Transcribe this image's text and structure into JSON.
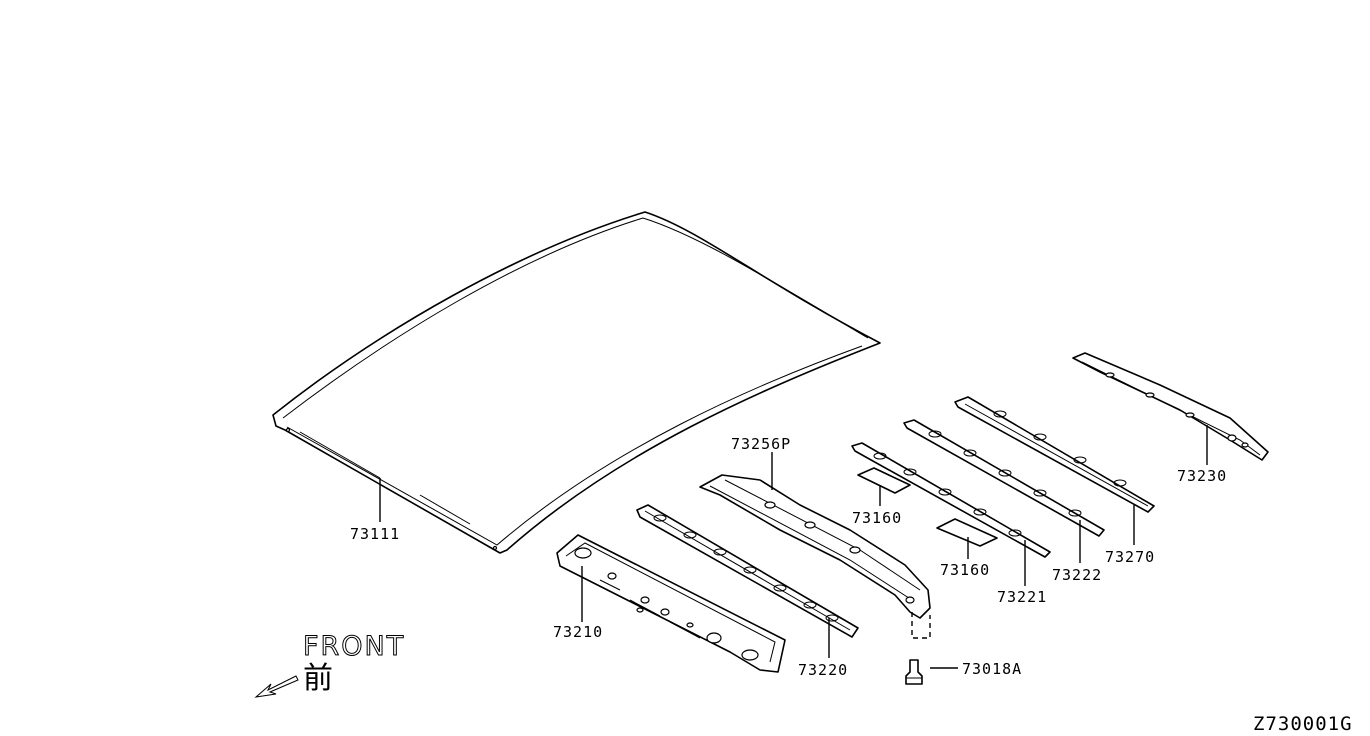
{
  "parts": [
    {
      "id": "roof-panel",
      "number": "73111"
    },
    {
      "id": "roof-bow-front",
      "number": "73210"
    },
    {
      "id": "roof-bow-front-reinforcement",
      "number": "73220"
    },
    {
      "id": "roof-rail-center",
      "number": "73256P"
    },
    {
      "id": "patch-upper",
      "number": "73160"
    },
    {
      "id": "patch-lower",
      "number": "73160"
    },
    {
      "id": "roof-bow-1",
      "number": "73221"
    },
    {
      "id": "roof-bow-2",
      "number": "73222"
    },
    {
      "id": "roof-bow-3",
      "number": "73270"
    },
    {
      "id": "roof-bow-rear",
      "number": "73230"
    },
    {
      "id": "clip",
      "number": "73018A"
    }
  ],
  "front_indicator": {
    "text": "FRONT",
    "kanji": "前"
  },
  "diagram_code": "Z730001G"
}
